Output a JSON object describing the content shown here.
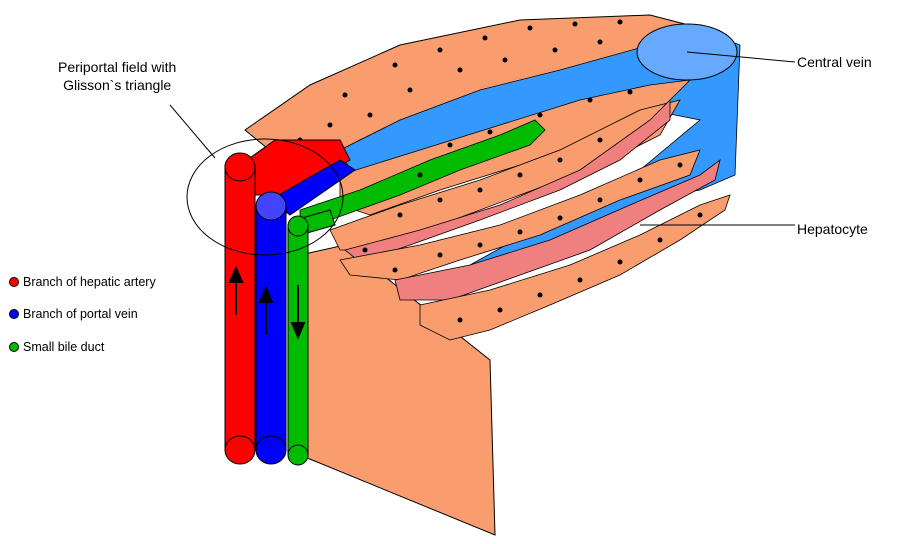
{
  "labels": {
    "periportal_line1": "Periportal field with",
    "periportal_line2": "Glisson`s triangle",
    "central_vein": "Central vein",
    "hepatocyte": "Hepatocyte"
  },
  "legend": [
    {
      "label": "Branch of hepatic artery",
      "color": "#ff0000"
    },
    {
      "label": "Branch of portal vein",
      "color": "#0000ff"
    },
    {
      "label": "Small bile duct",
      "color": "#00bb00"
    }
  ],
  "colors": {
    "hepatocyte": "#f99d6e",
    "sinusoid_blue": "#3399ff",
    "sinusoid_pink": "#f08080",
    "central_vein_top": "#66aaff",
    "artery": "#ff0000",
    "portal_vein": "#0000ff",
    "bile_duct": "#00bb00"
  }
}
